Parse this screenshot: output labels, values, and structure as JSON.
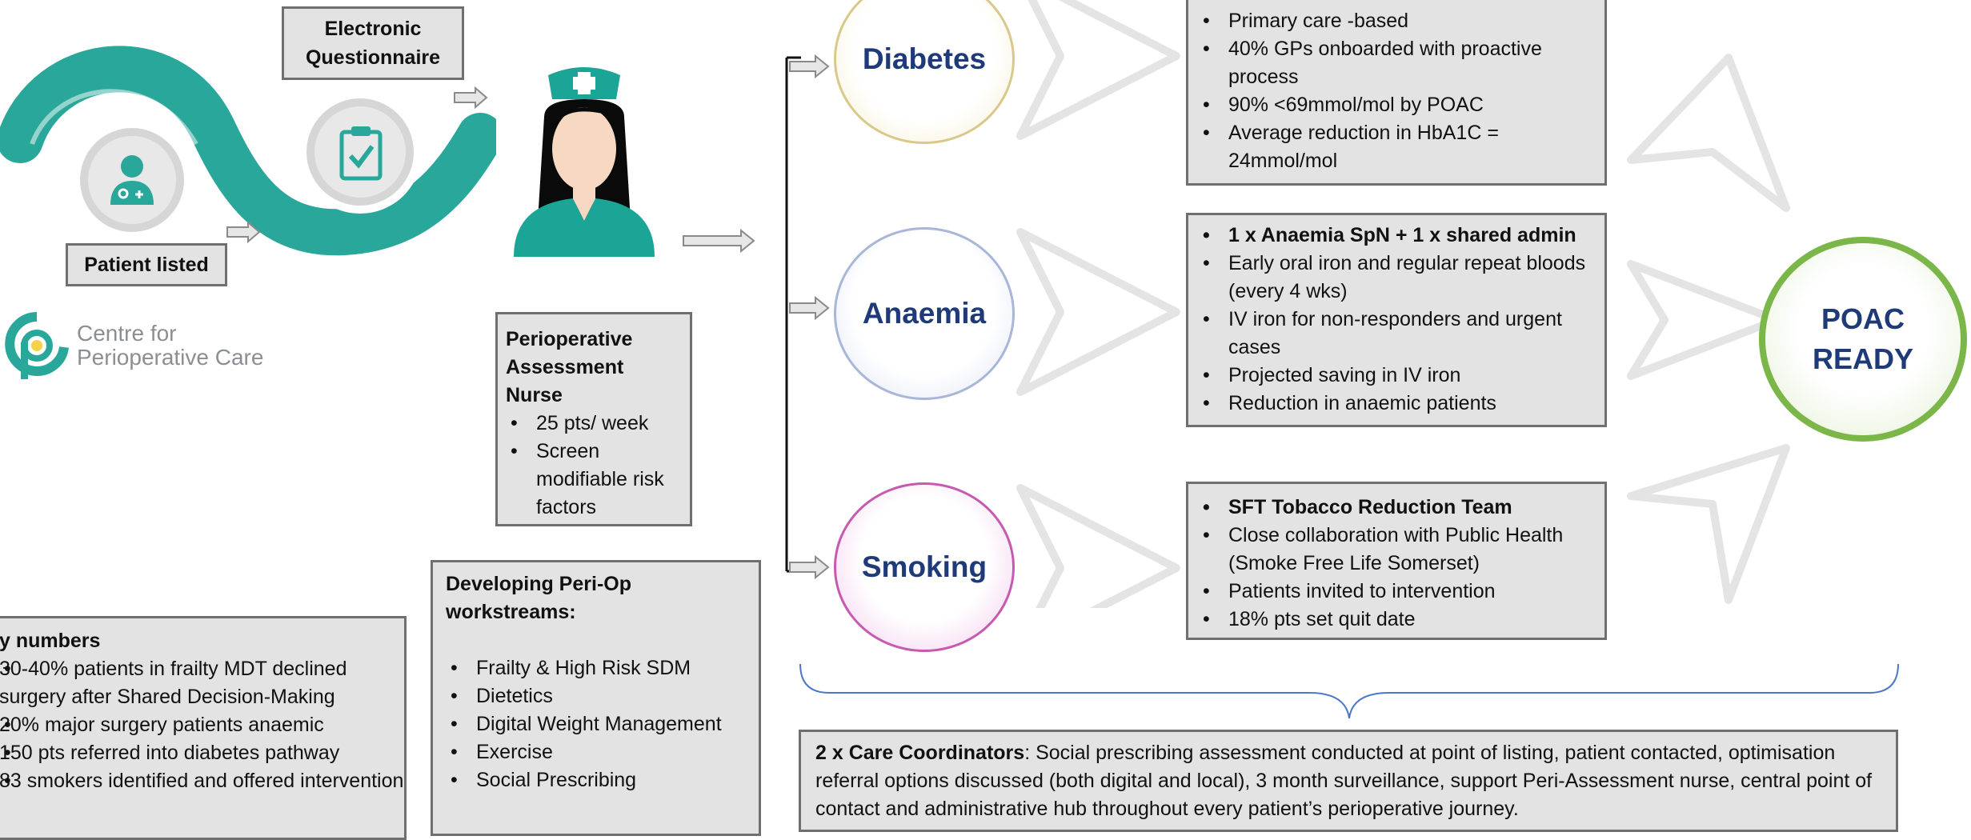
{
  "intake": {
    "questionnaire_label": "Electronic Questionnaire",
    "patient_listed_label": "Patient listed",
    "logo_line1": "Centre for",
    "logo_line2": "Perioperative Care"
  },
  "nurse_box": {
    "title": "Perioperative Assessment Nurse",
    "items": [
      "25 pts/ week",
      "Screen modifiable risk factors"
    ]
  },
  "workstreams": {
    "title": "Developing Peri-Op workstreams:",
    "items": [
      "Frailty & High Risk SDM",
      "Dietetics",
      "Digital Weight Management",
      "Exercise",
      "Social Prescribing"
    ]
  },
  "key_numbers": {
    "title": "y numbers",
    "items": [
      "30-40% patients in frailty MDT declined surgery after Shared Decision-Making",
      "20% major surgery patients anaemic",
      "150 pts referred into diabetes pathway",
      "83 smokers identified and offered intervention"
    ]
  },
  "pathways": [
    {
      "name": "Diabetes",
      "items": [
        "Primary care -based",
        "40% GPs onboarded with proactive process",
        "90% <69mmol/mol by POAC",
        "Average reduction in HbA1C = 24mmol/mol"
      ]
    },
    {
      "name": "Anaemia",
      "items": [
        "1 x  Anaemia SpN + 1 x shared admin",
        "Early oral iron and regular repeat bloods (every 4 wks)",
        "IV iron for non-responders and urgent cases",
        "Projected saving in IV iron",
        "Reduction in anaemic patients"
      ]
    },
    {
      "name": "Smoking",
      "items": [
        "SFT Tobacco Reduction Team",
        "Close collaboration with Public Health (Smoke Free Life Somerset)",
        "Patients invited to intervention",
        "18% pts set quit date"
      ]
    }
  ],
  "poac": {
    "line1": "POAC",
    "line2": "READY"
  },
  "coordinators": {
    "lead": "2 x Care Coordinators",
    "text": ": Social prescribing assessment conducted at point of listing, patient contacted, optimisation referral options discussed (both digital and local),  3 month surveillance, support Peri-Assessment nurse, central point of contact and administrative hub throughout every patient’s perioperative journey."
  },
  "colors": {
    "teal": "#2aa79b",
    "navy": "#1f3a78",
    "green": "#7ab648",
    "box": "#e3e3e3"
  }
}
